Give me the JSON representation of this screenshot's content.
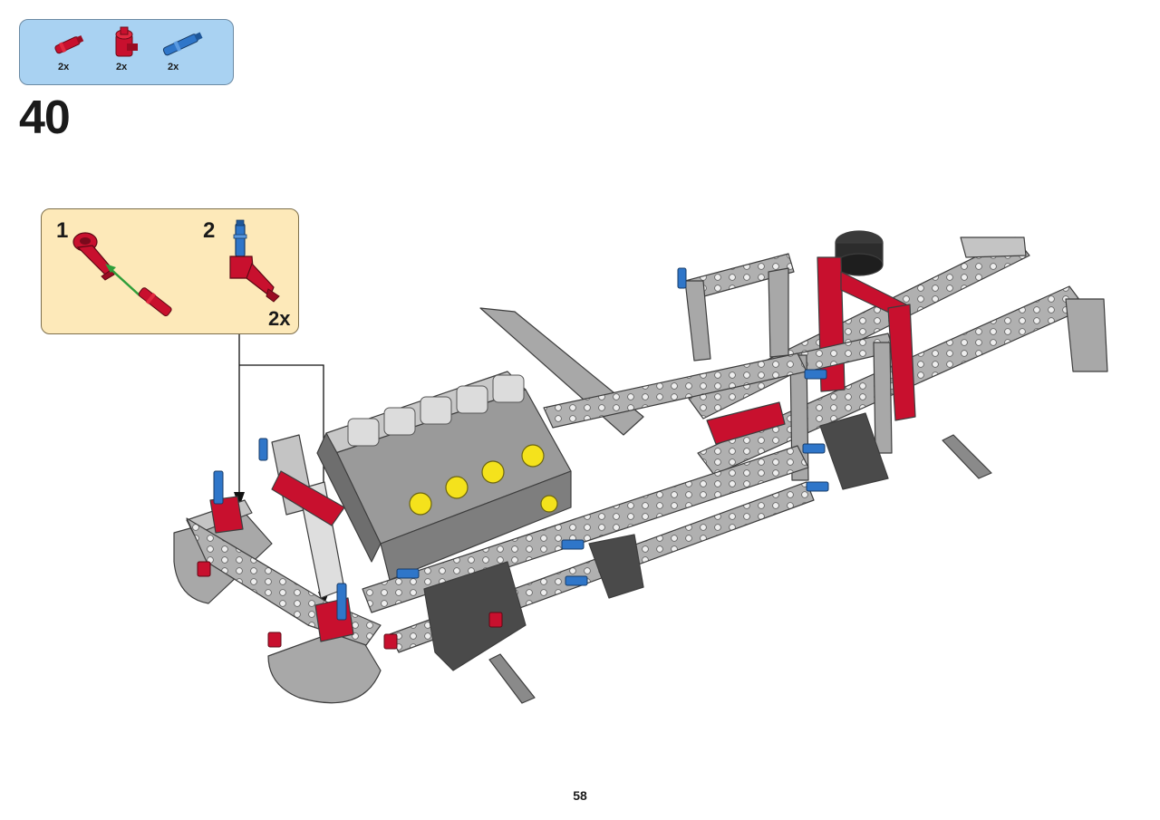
{
  "parts_list": [
    {
      "name": "red-axle-pin",
      "quantity": "2x",
      "color": "#c8102e"
    },
    {
      "name": "red-axle-connector",
      "quantity": "2x",
      "color": "#c8102e"
    },
    {
      "name": "blue-axle-pin",
      "quantity": "2x",
      "color": "#2f76c9"
    }
  ],
  "step_number": "40",
  "sub_steps": [
    {
      "number": "1"
    },
    {
      "number": "2"
    }
  ],
  "sub_assembly_quantity": "2x",
  "page_number": "58",
  "colors": {
    "parts_background": "#a9d2f2",
    "subassembly_background": "#fde9b9",
    "frame_gray": "#a8a8a8",
    "accent_red": "#c8102e",
    "accent_blue": "#2f76c9",
    "accent_yellow": "#f4e21c",
    "arrow_green": "#2f9e3a"
  }
}
